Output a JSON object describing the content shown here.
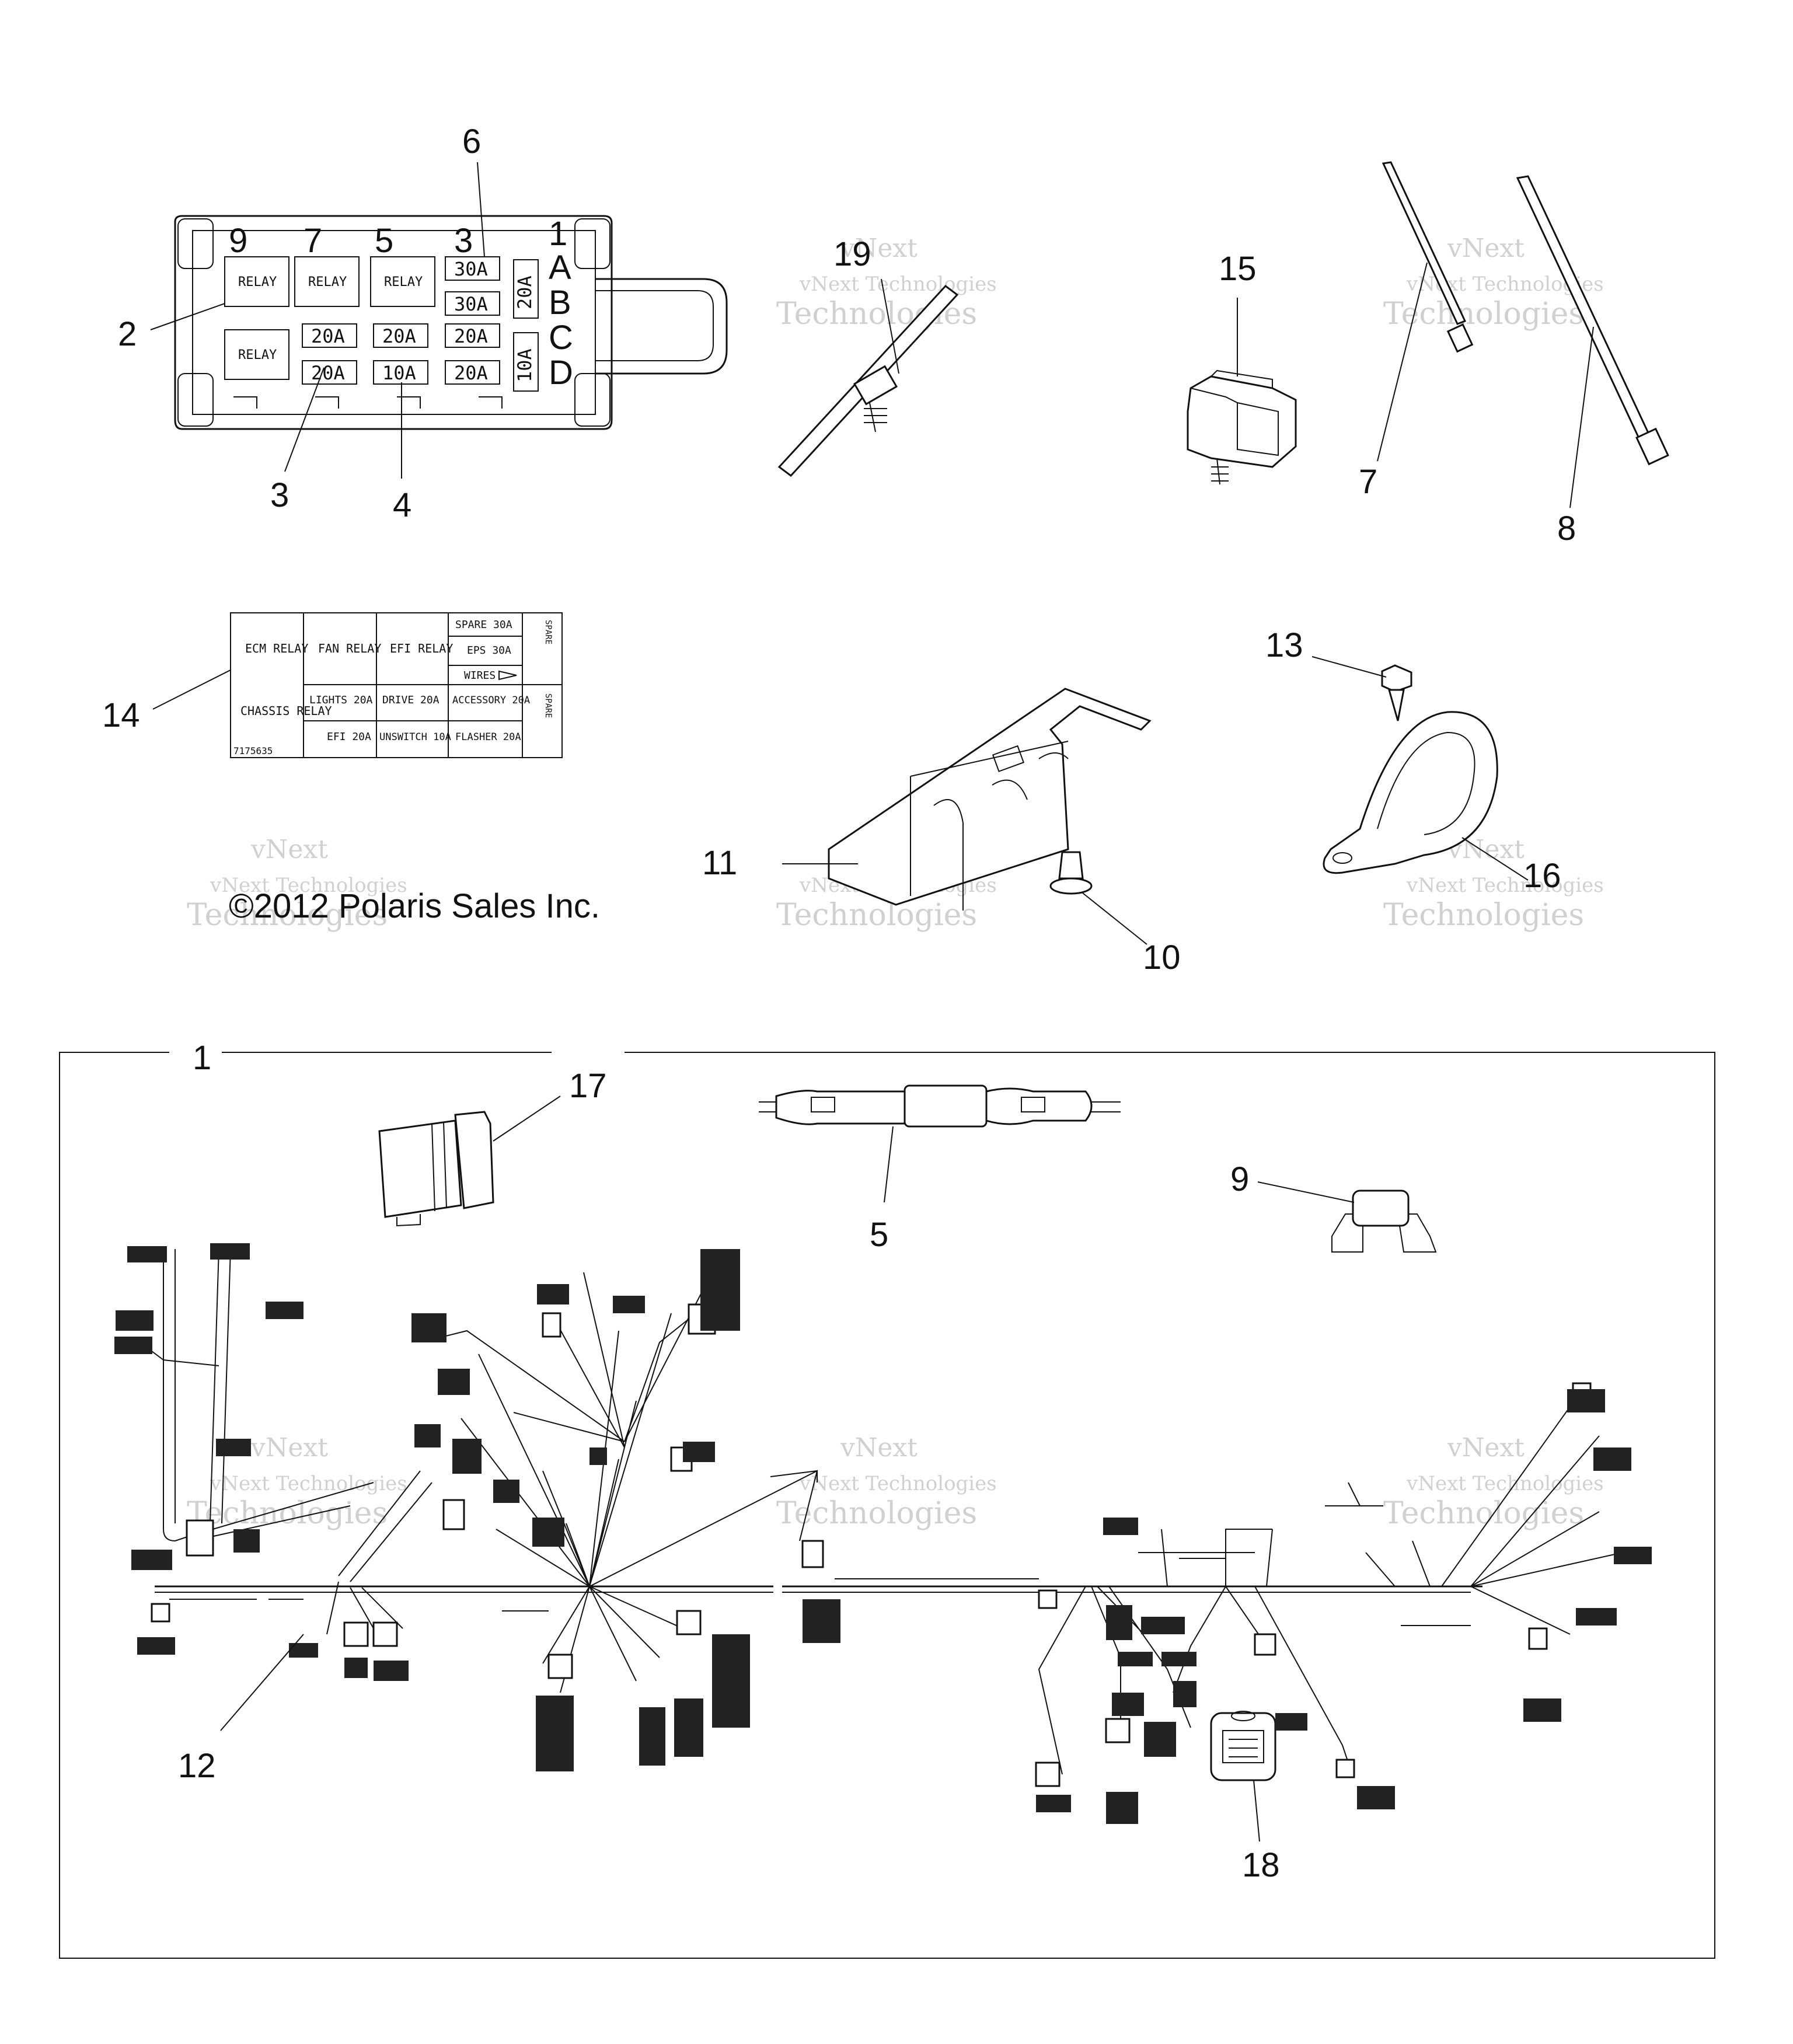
{
  "diagram": {
    "callouts": [
      "1",
      "2",
      "3",
      "4",
      "5",
      "6",
      "7",
      "8",
      "9",
      "10",
      "11",
      "12",
      "13",
      "14",
      "15",
      "16",
      "17",
      "18",
      "19"
    ],
    "copyright": "©2012 Polaris Sales Inc.",
    "watermark": {
      "line1": "vNext",
      "line2": "vNext Technologies",
      "line3": "Technologies"
    }
  },
  "fuse_box": {
    "top_numbers": [
      "9",
      "7",
      "5",
      "3",
      "1"
    ],
    "row_letters": [
      "A",
      "B",
      "C",
      "D"
    ],
    "relay_label": "RELAY",
    "fuses": [
      "30A",
      "30A",
      "20A",
      "20A",
      "20A",
      "20A",
      "10A",
      "20A",
      "20A",
      "10A"
    ]
  },
  "decal": {
    "ecm_relay": "ECM RELAY",
    "fan_relay": "FAN RELAY",
    "efi_relay": "EFI RELAY",
    "spare_30a": "SPARE 30A",
    "eps_30a": "EPS 30A",
    "wires": "WIRES",
    "spare_side": "SPARE",
    "chassis_relay": "CHASSIS RELAY",
    "lights_20a": "LIGHTS 20A",
    "drive_20a": "DRIVE 20A",
    "accessory_20a": "ACCESSORY 20A",
    "efi_20a": "EFI 20A",
    "unswitch_10a": "UNSWITCH 10A",
    "flasher_20a": "FLASHER 20A",
    "spare_side2": "SPARE",
    "part_number": "7175635"
  }
}
